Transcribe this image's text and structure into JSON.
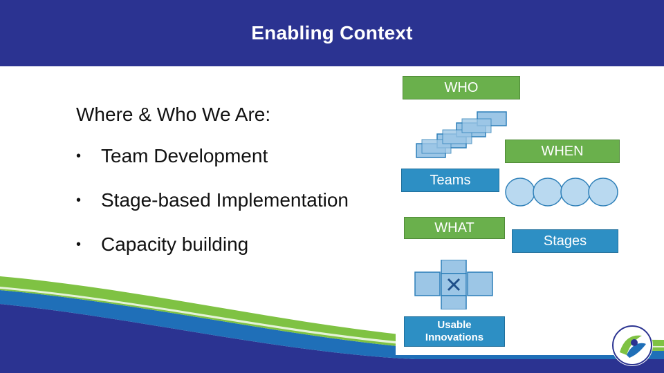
{
  "slide": {
    "title": "Enabling Context",
    "heading": "Where & Who We Are:",
    "bullets": [
      {
        "label": "Team Development"
      },
      {
        "label": "Stage-based Implementation"
      },
      {
        "label": "Capacity building"
      }
    ]
  },
  "figure": {
    "labels": {
      "who": "WHO",
      "when": "WHEN",
      "teams": "Teams",
      "what": "WHAT",
      "stages": "Stages",
      "usable_line1": "Usable",
      "usable_line2": "Innovations"
    }
  },
  "colors": {
    "header": "#2b3391",
    "green": "#6ab04c",
    "blue": "#2d8fc4",
    "light_blue": "#9cc6e6",
    "wave_green": "#7fc243",
    "wave_blue": "#1f6fb8",
    "wave_navy": "#2b3391"
  }
}
